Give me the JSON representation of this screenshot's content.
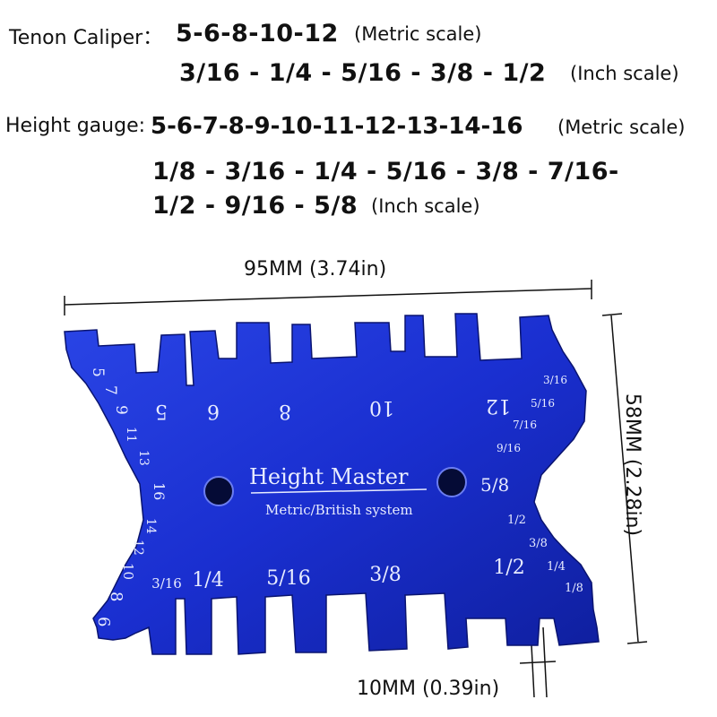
{
  "specs": {
    "tenon_label": "Tenon Caliper：",
    "tenon_metric": "5-6-8-10-12",
    "tenon_metric_note": "(Metric scale)",
    "tenon_inch": "3/16 - 1/4 - 5/16 - 3/8 - 1/2",
    "tenon_inch_note": "(Inch scale)",
    "height_label": "Height gauge:",
    "height_metric": "5-6-7-8-9-10-11-12-13-14-16",
    "height_metric_note": "(Metric scale)",
    "height_inch_line1": "1/8 - 3/16 - 1/4 - 5/16 - 3/8 - 7/16-",
    "height_inch_line2": "1/2 - 9/16 - 5/8",
    "height_inch_note": "(Inch scale)"
  },
  "dimensions": {
    "width": "95MM (3.74in)",
    "height": "58MM (2.28in)",
    "slot": "10MM (0.39in)"
  },
  "tool": {
    "color": "#1a2fd0",
    "title": "Height Master",
    "subtitle": "Metric/British system",
    "top_slot_labels": [
      "5",
      "6",
      "8",
      "10",
      "12"
    ],
    "bottom_slot_labels": [
      "3/16",
      "1/4",
      "5/16",
      "3/8",
      "1/2"
    ],
    "left_upper_steps": [
      "5",
      "7",
      "9",
      "11",
      "13",
      "16"
    ],
    "left_lower_steps": [
      "14",
      "12",
      "10",
      "8",
      "6"
    ],
    "right_upper_steps": [
      "3/16",
      "5/16",
      "7/16",
      "9/16",
      "5/8"
    ],
    "right_lower_steps": [
      "1/2",
      "3/8",
      "1/4",
      "1/8"
    ]
  }
}
